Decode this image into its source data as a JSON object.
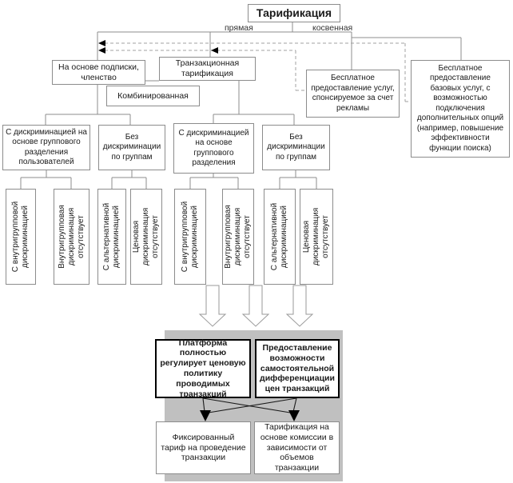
{
  "title": "Тарификация",
  "branches": {
    "direct": "прямая",
    "indirect": "косвенная"
  },
  "level1": {
    "subscription": "На основе подписки, членство",
    "transactional": "Транзакционная тарификация",
    "combined": "Комбинированная",
    "free_ad": "Бесплатное предоставление услуг, спонсируемое за счет рекламы",
    "free_base": "Бесплатное предоставление базовых услуг, с возможностью подключения дополнительных опций (например, повышение эффективности функции поиска)"
  },
  "level2": [
    {
      "label": "С дискриминацией на основе группового разделения пользователей"
    },
    {
      "label": "Без дискриминации по группам"
    },
    {
      "label": "С дискриминацией на основе группового разделения"
    },
    {
      "label": "Без дискриминации по группам"
    }
  ],
  "level3": [
    {
      "label": "С внутригрупповой дискриминацией"
    },
    {
      "label": "Внутригрупповая дискриминация отсутствует"
    },
    {
      "label": "С альтернативной дискриминацией"
    },
    {
      "label": "Ценовая дискриминация отсутствует"
    },
    {
      "label": "С внутригрупповой дискриминацией"
    },
    {
      "label": "Внутригрупповая дискриминация отсутствует"
    },
    {
      "label": "С альтернативной дискриминацией"
    },
    {
      "label": "Ценовая дискриминация отсутствует"
    }
  ],
  "outcomes": {
    "platform": "Платформа полностью регулирует ценовую политику проводимых транзакций",
    "self_diff": "Предоставление возможности самостоятельной дифференциации цен транзакций",
    "fixed": "Фиксированный тариф на проведение транзакции",
    "commission": "Тарификация на основе комиссии в зависимости от объемов транзакции"
  },
  "colors": {
    "box_border": "#8c8c8c",
    "bold_border": "#000000",
    "panel_bg": "#c0c0c0",
    "dashed_line": "#a0a0a0",
    "block_arrow_outline": "#9a9a9a"
  }
}
